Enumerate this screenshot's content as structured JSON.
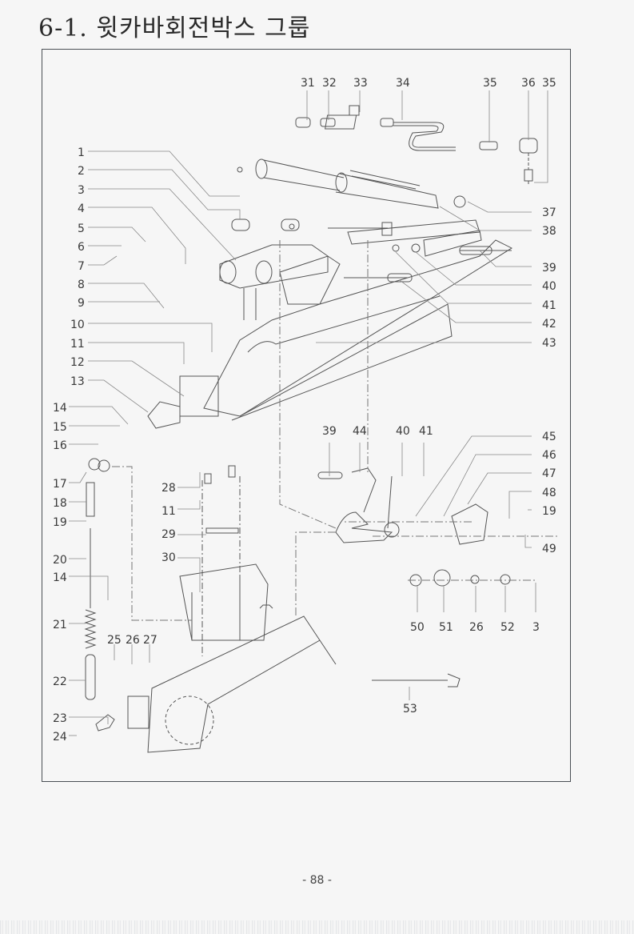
{
  "page": {
    "title": "6-1. 윗카바회전박스 그룹",
    "page_number": "- 88 -"
  },
  "diagram": {
    "callouts_left": [
      "1",
      "2",
      "3",
      "4",
      "5",
      "6",
      "7",
      "8",
      "9",
      "10",
      "11",
      "12",
      "13",
      "14",
      "15",
      "16",
      "17",
      "18",
      "19",
      "20",
      "14",
      "21",
      "22",
      "23",
      "24"
    ],
    "callouts_top": [
      "31",
      "32",
      "33",
      "34",
      "35",
      "36",
      "35"
    ],
    "callouts_right_upper": [
      "37",
      "38",
      "39",
      "40",
      "41",
      "42",
      "43"
    ],
    "callouts_mid_row": [
      "39",
      "44",
      "40",
      "41"
    ],
    "callouts_right_lower": [
      "45",
      "46",
      "47",
      "48",
      "19",
      "49"
    ],
    "callouts_bottom_row": [
      "50",
      "51",
      "26",
      "52",
      "3"
    ],
    "callouts_center_left": [
      "28",
      "11",
      "29",
      "30"
    ],
    "callouts_small_parts": [
      "25",
      "26",
      "27"
    ],
    "callout_rod": "53"
  }
}
